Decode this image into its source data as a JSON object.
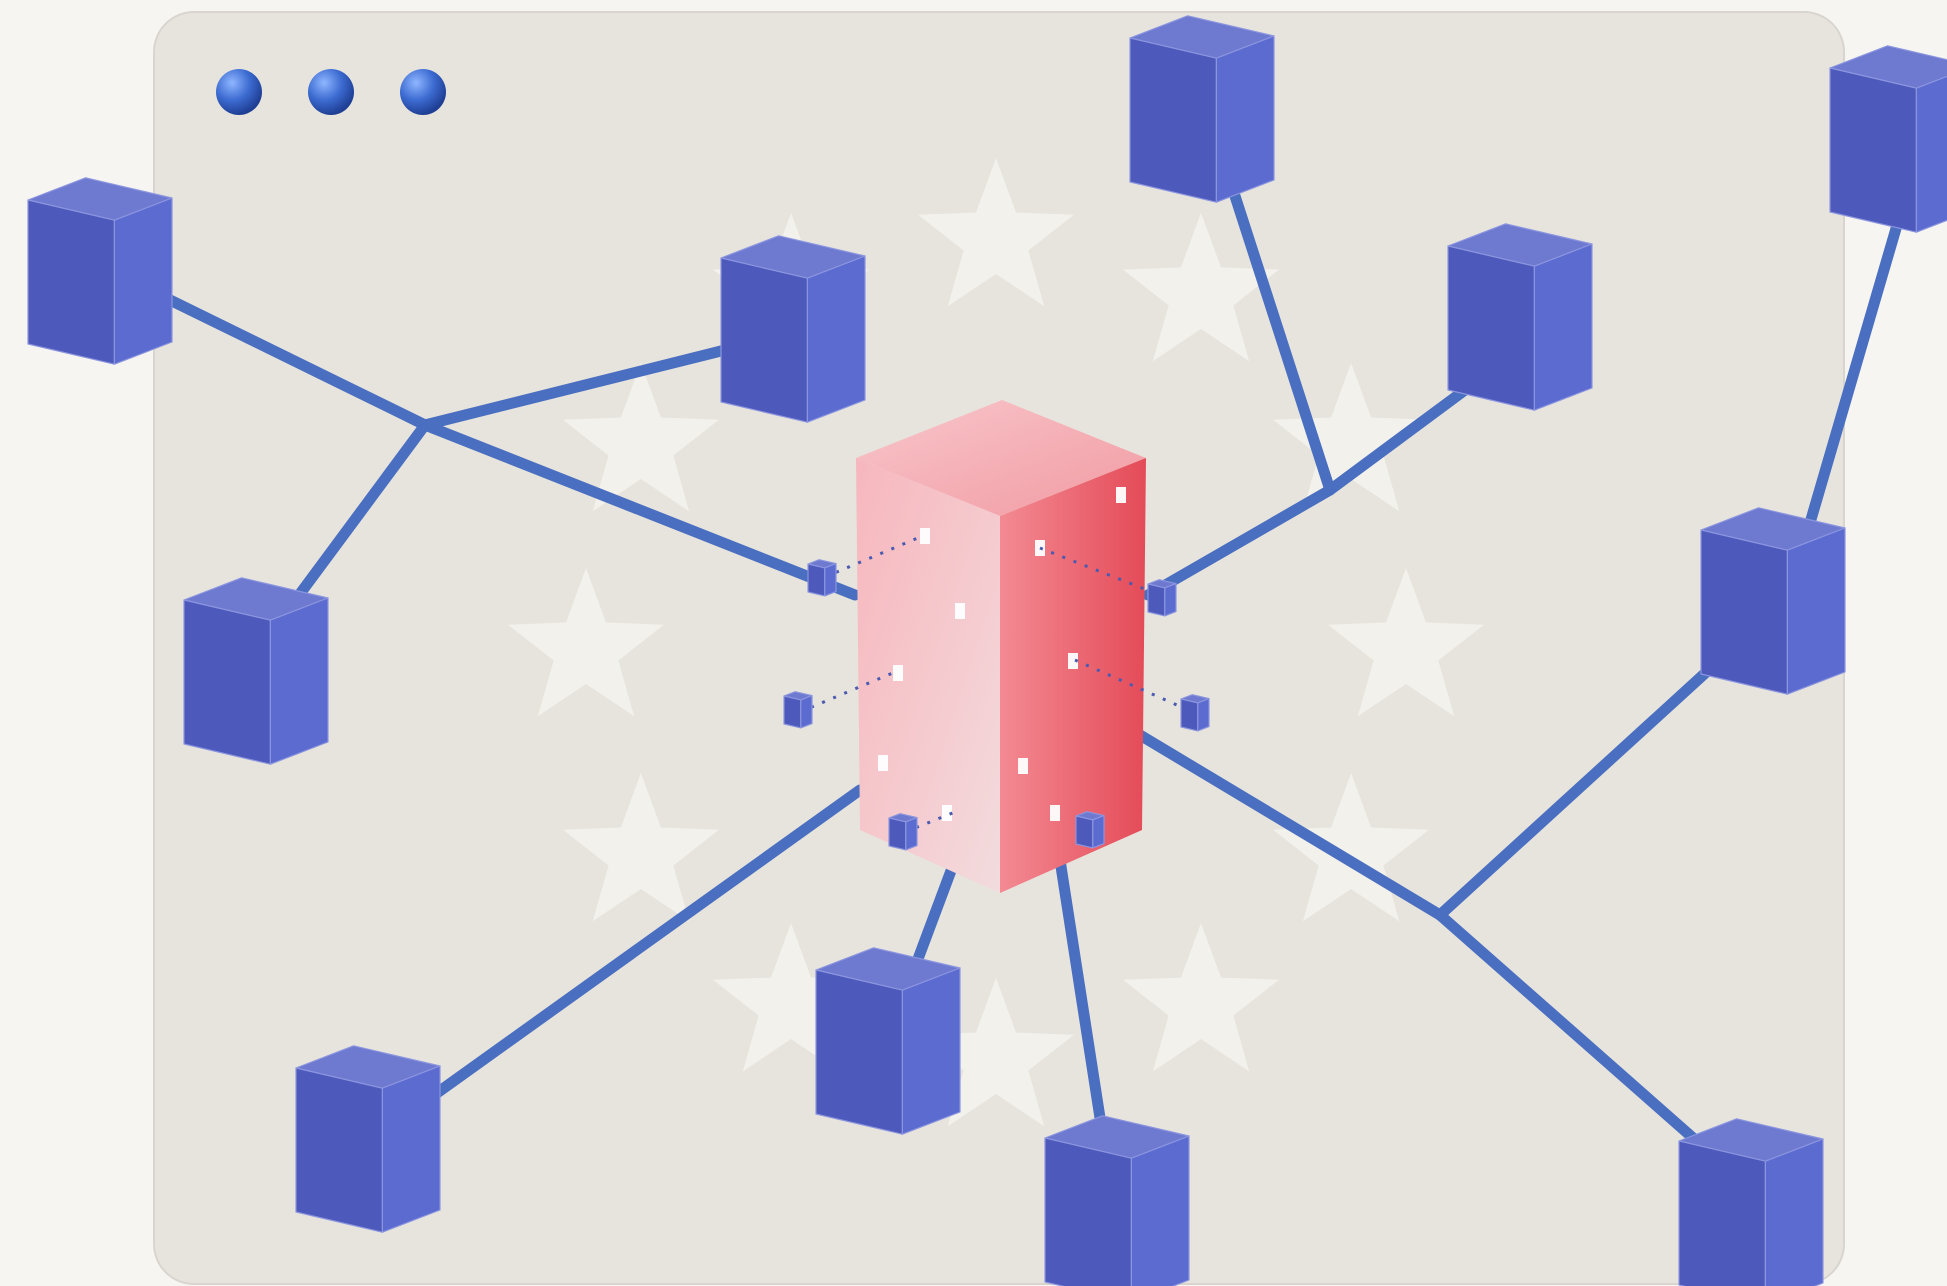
{
  "window": {
    "controls": [
      {
        "name": "window-control-dot-1",
        "icon": "circle-dot-icon"
      },
      {
        "name": "window-control-dot-2",
        "icon": "circle-dot-icon"
      },
      {
        "name": "window-control-dot-3",
        "icon": "circle-dot-icon"
      }
    ]
  },
  "illustration": {
    "central_node": {
      "icon": "server-tower-icon",
      "color": "#e9525f"
    },
    "node_icon": "cube-icon",
    "node_count": 15,
    "background_pattern": "star-circle-icon"
  },
  "colors": {
    "page_background": "#f6f5f1",
    "window_background": "#e7e4de",
    "window_border": "#d9d5ce",
    "connector": "#4a6fc0",
    "node_top": "#6e7ad0",
    "node_left": "#4d59bb",
    "node_right": "#5c6bd0",
    "star": "#f3f1ec",
    "dot": "#3c6bd1",
    "tower_front": "#f6c9ce",
    "tower_side": "#e9525f",
    "tower_top": "#f7bcc1"
  }
}
